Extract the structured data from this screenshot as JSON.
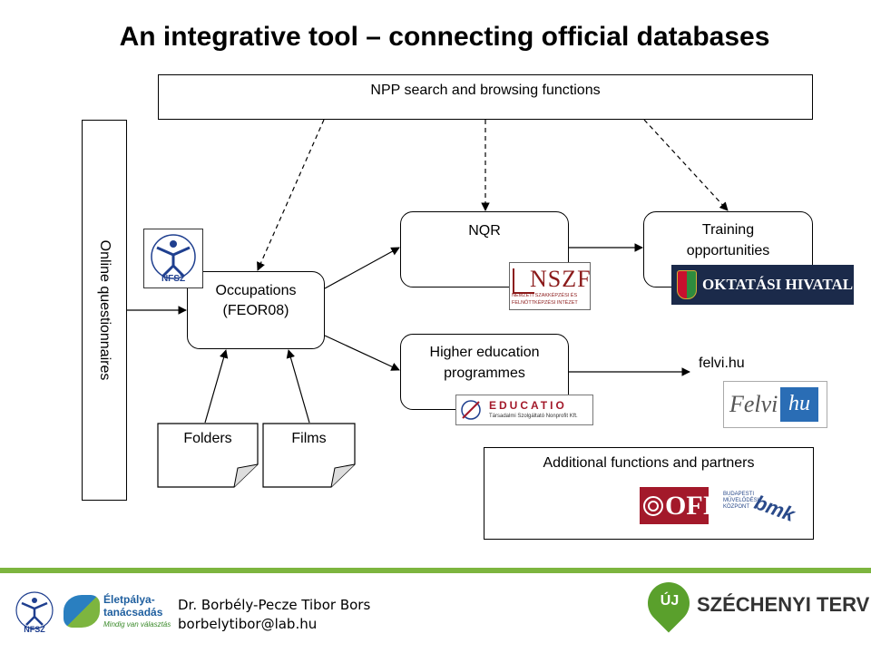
{
  "title": "An integrative tool – connecting official databases",
  "nodes": {
    "npp": "NPP search and browsing functions",
    "online": "Online questionnaires",
    "occupations_line1": "Occupations",
    "occupations_line2": "(FEOR08)",
    "nqr": "NQR",
    "training_line1": "Training",
    "training_line2": "opportunities",
    "higher_line1": "Higher education",
    "higher_line2": "programmes",
    "felvi": "felvi.hu",
    "folders": "Folders",
    "films": "Films",
    "additional": "Additional functions and partners"
  },
  "logos": {
    "nfsz": "NFSZ",
    "nszfi": "NSZFI",
    "nszfi_sub": "NEMZETI SZAKKÉPZÉSI ÉS FELNŐTTKÉPZÉSI INTÉZET",
    "oktatasi": "OKTATÁSI HIVATAL",
    "educatio": "EDUCATIO",
    "educatio_sub": "Társadalmi Szolgáltató Nonprofit Kft.",
    "felvi_logo_a": "Felvi",
    "felvi_logo_b": "hu",
    "ofi": "OFI",
    "bmk": "bmk",
    "bmk_sub": "BUDAPESTI MŰVELŐDÉSI KÖZPONT",
    "eletpalya_line1": "Életpálya-",
    "eletpalya_line2": "tanácsadás",
    "eletpalya_slogan": "Mindig van választás",
    "szechenyi_uj": "ÚJ",
    "szechenyi": "SZÉCHENYI TERV"
  },
  "footer": {
    "author": "Dr. Borbély-Pecze Tibor Bors",
    "email": "borbelytibor@lab.hu"
  },
  "colors": {
    "accent_green": "#7db53f",
    "nszfi_red": "#8b1a1a",
    "oktatasi_navy": "#1b2a4a",
    "felvi_blue": "#2a6db5",
    "ofi_red": "#a3192a"
  }
}
